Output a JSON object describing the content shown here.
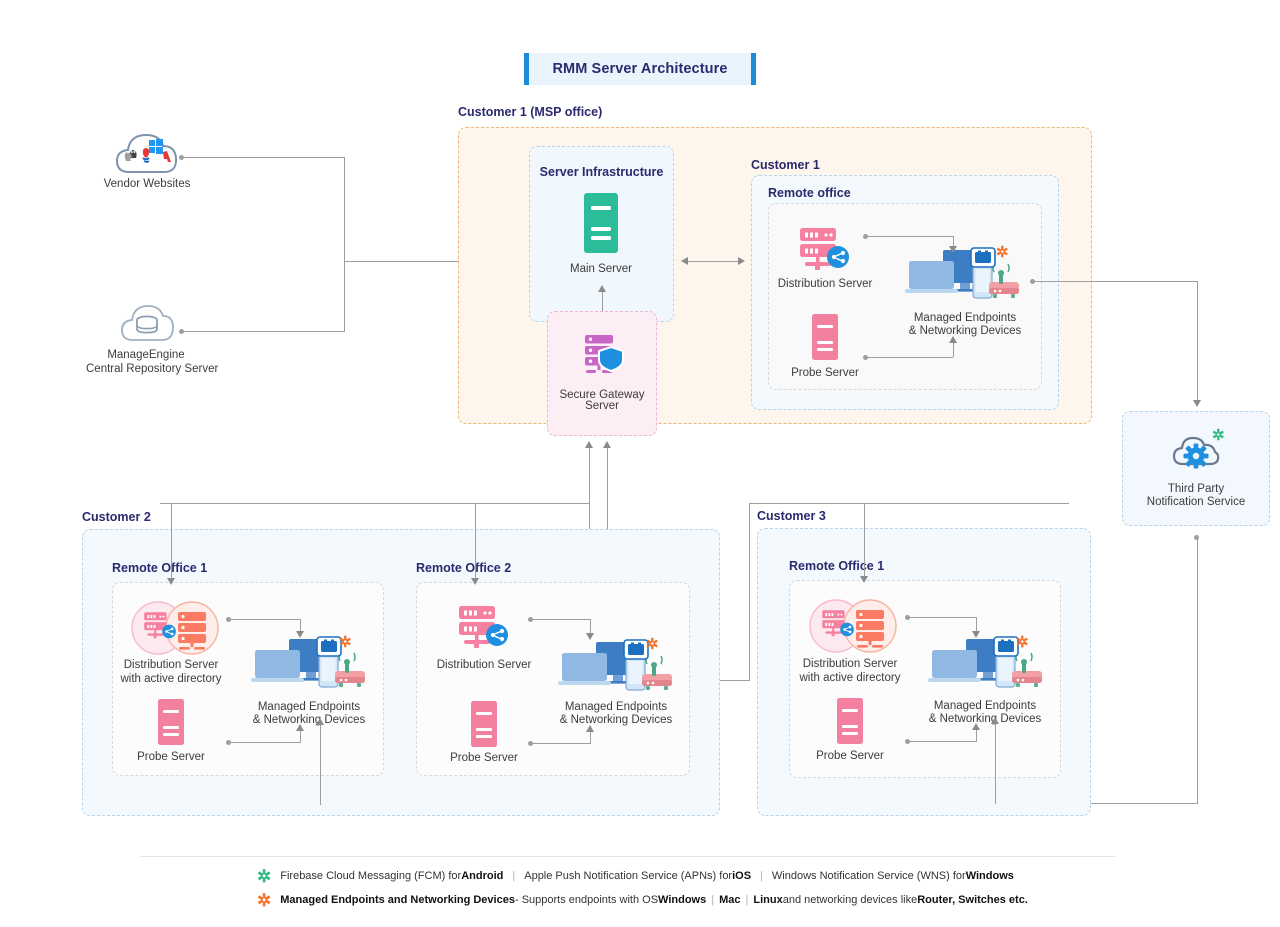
{
  "title": "RMM Server Architecture",
  "regions": {
    "msp": "Customer 1 (MSP office)",
    "server_infrastructure": "Server Infrastructure",
    "customer1": "Customer 1",
    "customer1_remote": "Remote office",
    "customer2": "Customer 2",
    "customer2_office1": "Remote Office 1",
    "customer2_office2": "Remote Office 2",
    "customer3": "Customer 3",
    "customer3_office1": "Remote Office 1"
  },
  "nodes": {
    "vendor_websites": "Vendor Websites",
    "central_repo_line1": "ManageEngine",
    "central_repo_line2": "Central Repository Server",
    "main_server": "Main Server",
    "secure_gateway_line1": "Secure Gateway",
    "secure_gateway_line2": "Server",
    "distribution_server": "Distribution Server",
    "distribution_server_ad_line1": "Distribution Server",
    "distribution_server_ad_line2": "with active directory",
    "probe_server": "Probe Server",
    "endpoints_line1": "Managed Endpoints",
    "endpoints_line2": "& Networking Devices",
    "third_party_line1": "Third Party",
    "third_party_line2": "Notification Service"
  },
  "legend": {
    "row1": {
      "marker": "green-asterisk-icon",
      "marker_color": "#2fb97e",
      "part1": "Firebase Cloud Messaging (FCM) for ",
      "bold1": "Android",
      "part2": "Apple Push Notification Service (APNs) for ",
      "bold2": "iOS",
      "part3": "Windows Notification Service (WNS) for ",
      "bold3": "Windows"
    },
    "row2": {
      "marker": "orange-asterisk-icon",
      "marker_color": "#f2722b",
      "bold_lead": "Managed Endpoints and Networking Devices",
      "mid1": " - Supports endpoints with OS  ",
      "os1": "Windows",
      "os2": "Mac",
      "os3": "Linux",
      "mid2": " and networking devices like ",
      "tail_bold": "Router, Switches etc."
    }
  },
  "colors": {
    "title_accent": "#1a8cd8",
    "title_bg": "#eaf4fc",
    "heading": "#2b2a6e",
    "msp_zone": "#fef6ec",
    "msp_border": "#e8b878",
    "blue_zone": "#f4f9fd",
    "gateway_zone": "#fdeef6",
    "main_server": "#2bbd9a",
    "probe_server": "#f4809f",
    "distribution_server": "#f77fa0",
    "active_directory": "#fa7a63",
    "connector": "#9e9e9e",
    "notification_gear": "#1f8fe0",
    "asterisk_orange": "#f2722b",
    "asterisk_green": "#2fb97e"
  }
}
